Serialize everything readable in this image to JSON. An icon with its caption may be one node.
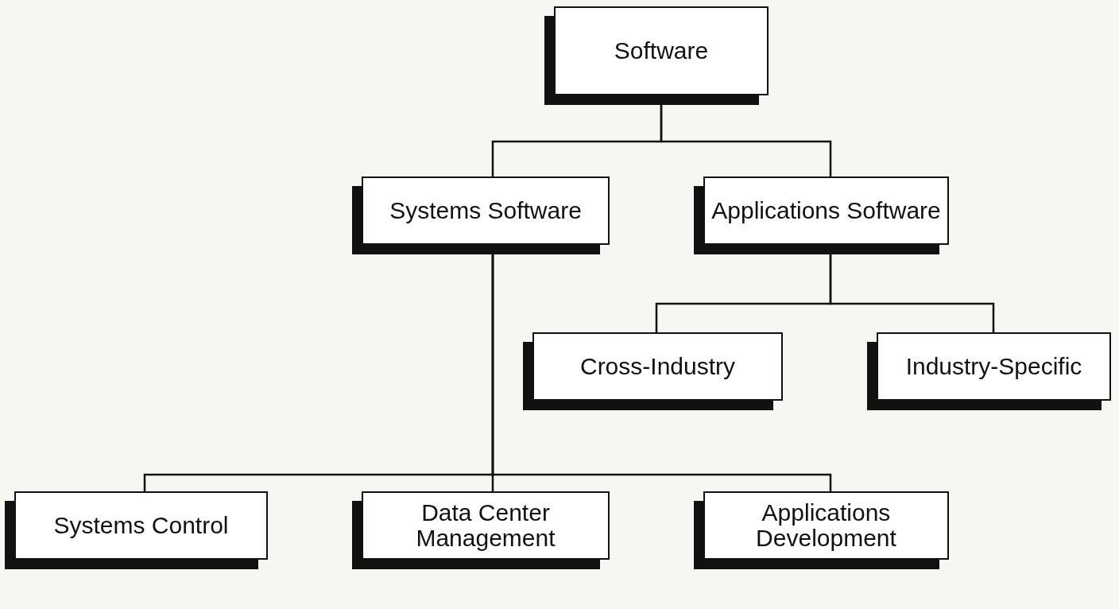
{
  "diagram": {
    "nodes": [
      {
        "text": [
          "Software"
        ]
      },
      {
        "text": [
          "Systems Software"
        ]
      },
      {
        "text": [
          "Applications Software"
        ]
      },
      {
        "text": [
          "Cross-Industry"
        ]
      },
      {
        "text": [
          "Industry-Specific"
        ]
      },
      {
        "text": [
          "Systems Control"
        ]
      },
      {
        "text": [
          "Data Center Management"
        ]
      },
      {
        "text": [
          "Applications Development"
        ]
      }
    ],
    "edges": [
      {
        "from": 0,
        "to": 1,
        "arrow": "none"
      },
      {
        "from": 0,
        "to": 2,
        "arrow": "none"
      },
      {
        "from": 2,
        "to": 3,
        "arrow": "none"
      },
      {
        "from": 2,
        "to": 4,
        "arrow": "none"
      },
      {
        "from": 1,
        "to": 5,
        "arrow": "none"
      },
      {
        "from": 1,
        "to": 6,
        "arrow": "none"
      },
      {
        "from": 1,
        "to": 7,
        "arrow": "none"
      }
    ]
  }
}
